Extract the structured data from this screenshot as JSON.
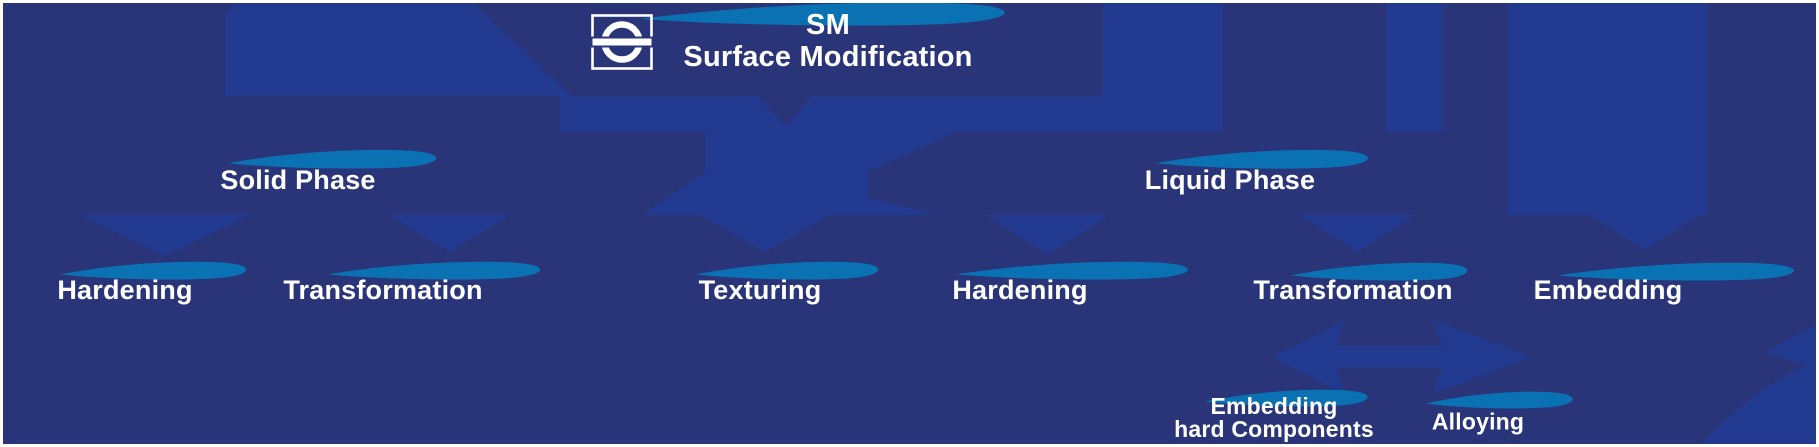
{
  "title": {
    "abbr": "SM",
    "name": "Surface Modification"
  },
  "phases": {
    "solid": "Solid Phase",
    "liquid": "Liquid Phase"
  },
  "processes": {
    "solid_hardening": "Hardening",
    "solid_transformation": "Transformation",
    "solid_texturing": "Texturing",
    "liquid_hardening": "Hardening",
    "liquid_transformation": "Transformation",
    "liquid_embedding": "Embedding",
    "liquid_embedding_hard_line1": "Embedding",
    "liquid_embedding_hard_line2": "hard Components",
    "liquid_alloying": "Alloying"
  },
  "hierarchy": {
    "root": "SM Surface Modification",
    "branches": [
      {
        "phase": "Solid Phase",
        "children": [
          "Hardening",
          "Transformation",
          "Texturing"
        ]
      },
      {
        "phase": "Liquid Phase",
        "children": [
          "Hardening",
          "Transformation",
          "Embedding",
          "Embedding hard Components",
          "Alloying"
        ]
      }
    ]
  },
  "icons": {
    "logo": "square-circle-bar-emblem"
  },
  "colors": {
    "background": "#21398E",
    "panel": "#2A3478",
    "accent": "#0A71B2",
    "text": "#FFFFFF",
    "frame": "#FFFFFF"
  }
}
